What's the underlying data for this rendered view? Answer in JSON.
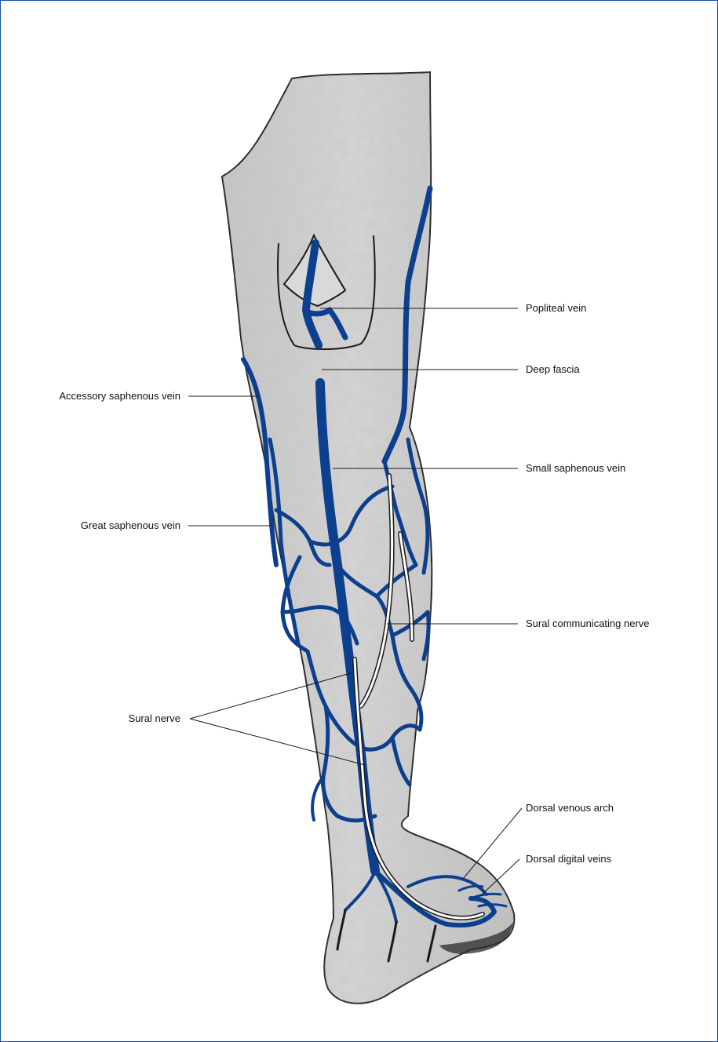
{
  "labels": {
    "popliteal_vein": "Popliteal vein",
    "deep_fascia": "Deep fascia",
    "accessory_saphenous_vein": "Accessory saphenous vein",
    "small_saphenous_vein": "Small saphenous vein",
    "great_saphenous_vein": "Great saphenous vein",
    "sural_communicating_nerve": "Sural communicating nerve",
    "sural_nerve": "Sural nerve",
    "dorsal_venous_arch": "Dorsal venous arch",
    "dorsal_digital_veins": "Dorsal digital veins"
  },
  "colors": {
    "vein": "#0d3f8f",
    "vein_outline": "#062a63",
    "skin": "#cfcfcf",
    "nerve": "#ffffff",
    "frame_border": "#1a4ea1"
  }
}
